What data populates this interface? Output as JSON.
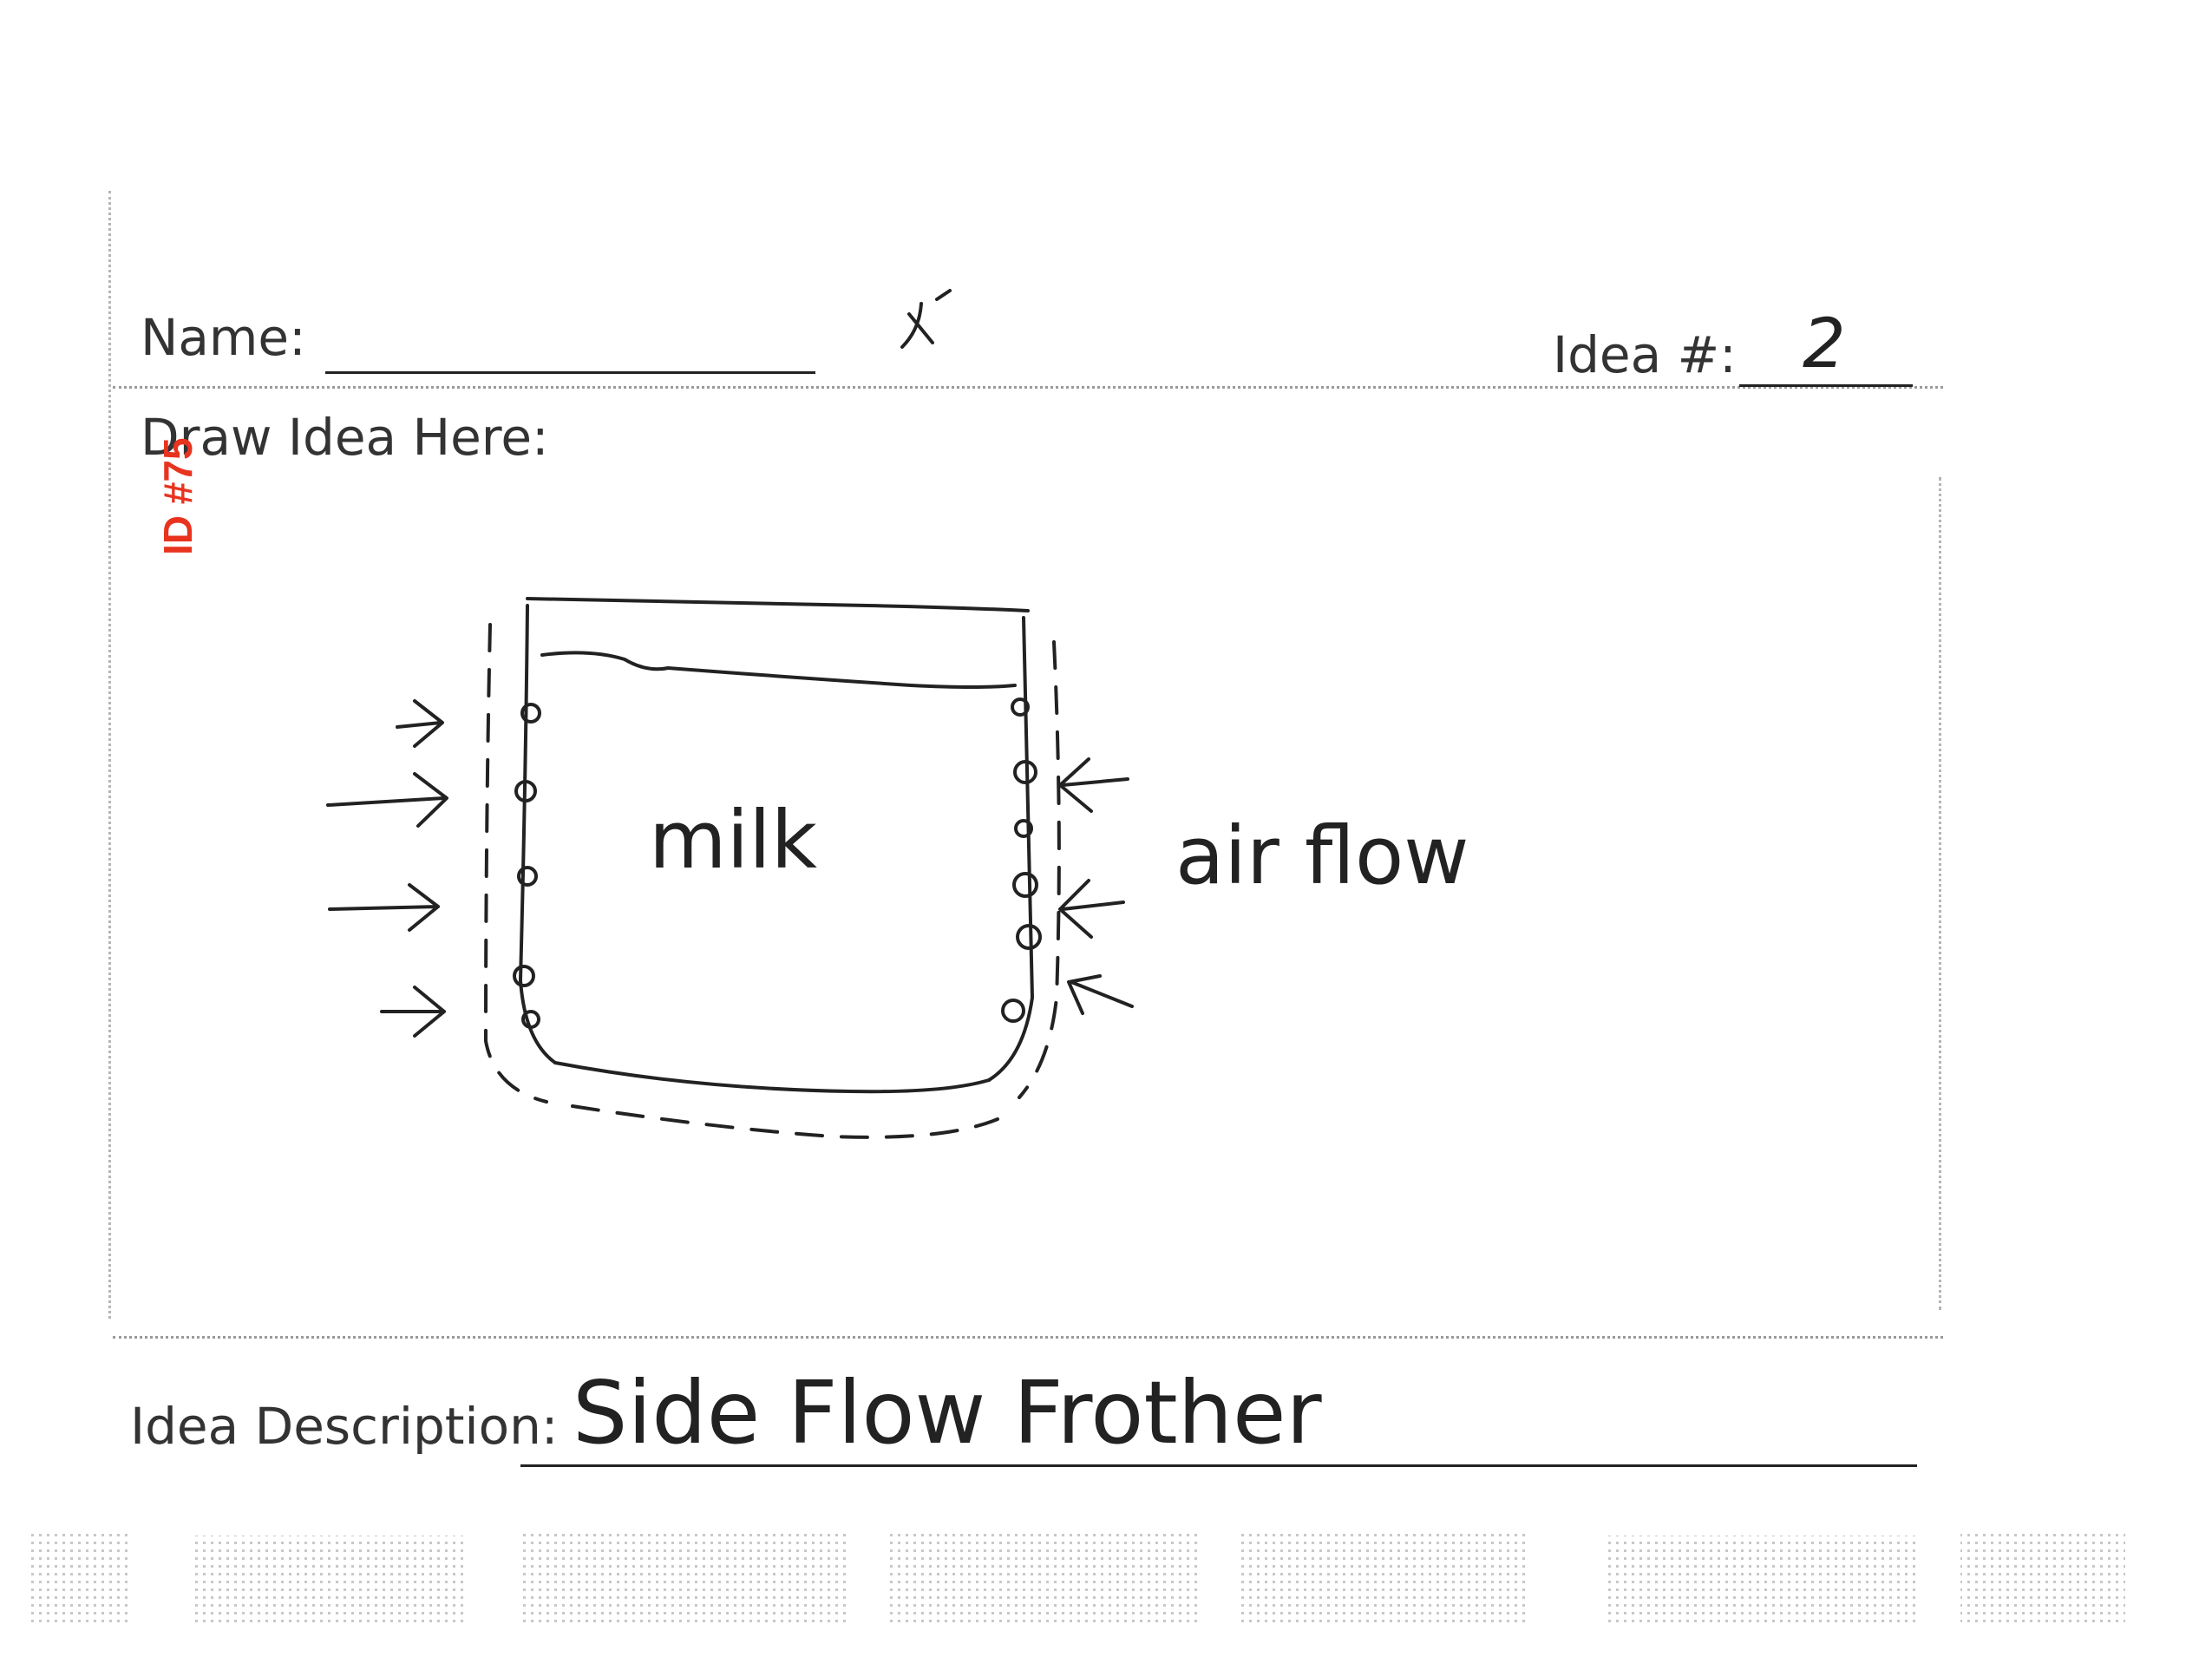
{
  "form": {
    "name_label": "Name:",
    "name_value": "",
    "idea_number_label": "Idea #:",
    "idea_number_value": "2",
    "draw_label": "Draw Idea Here:",
    "description_label": "Idea Description:",
    "description_value": "Side Flow Frother"
  },
  "stamp": {
    "text": "ID #75",
    "color": "#e8331f"
  },
  "sketch": {
    "container_label": "milk",
    "flow_label": "air flow",
    "stroke_color": "#222222"
  }
}
